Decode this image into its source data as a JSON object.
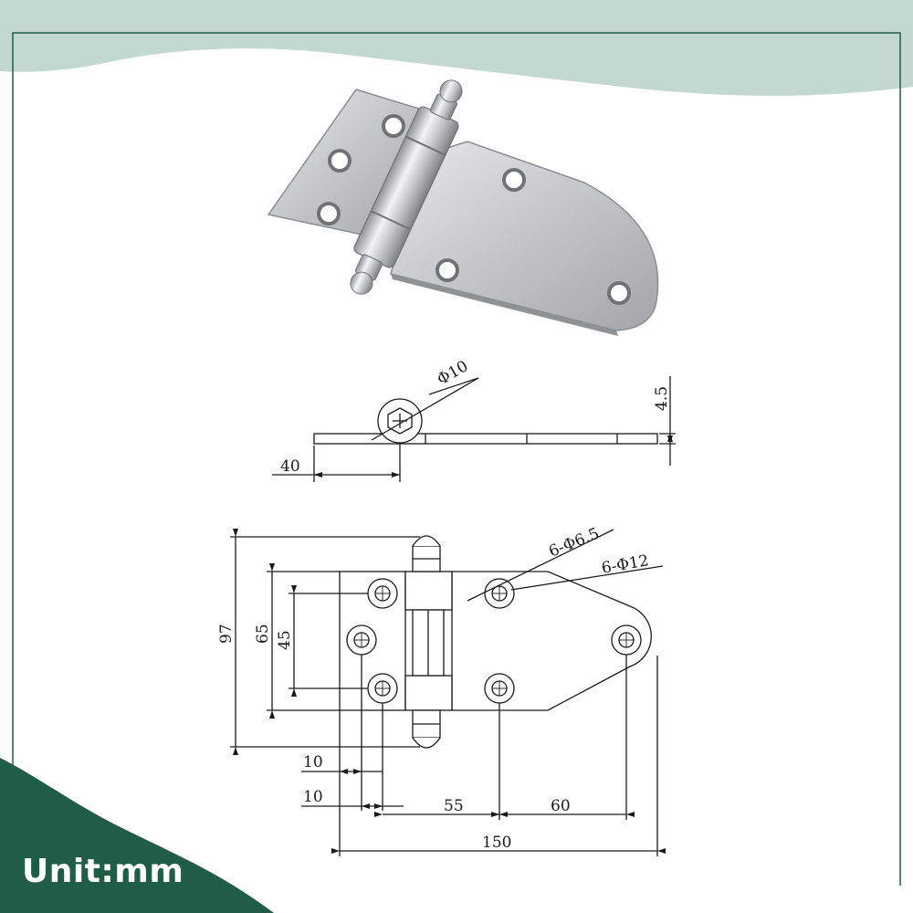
{
  "colors": {
    "banner": "#c3d9d0",
    "corner": "#1f5d47",
    "frame": "#1f5d47",
    "steel": "#c8cbcd",
    "line": "#1a1a1a"
  },
  "badge": {
    "label": "Unit:mm"
  },
  "photo": {
    "subject": "hinge-photo"
  },
  "side_view": {
    "pin_diameter": "Φ10",
    "thickness": "4.5",
    "offset": "40"
  },
  "top_view": {
    "height_total": "97",
    "height_outer": "65",
    "height_inner": "45",
    "small_holes": "6-Φ6.5",
    "large_holes": "6-Φ12",
    "margin_a": "10",
    "margin_b": "10",
    "spacing_a": "55",
    "spacing_b": "60",
    "length_total": "150"
  }
}
